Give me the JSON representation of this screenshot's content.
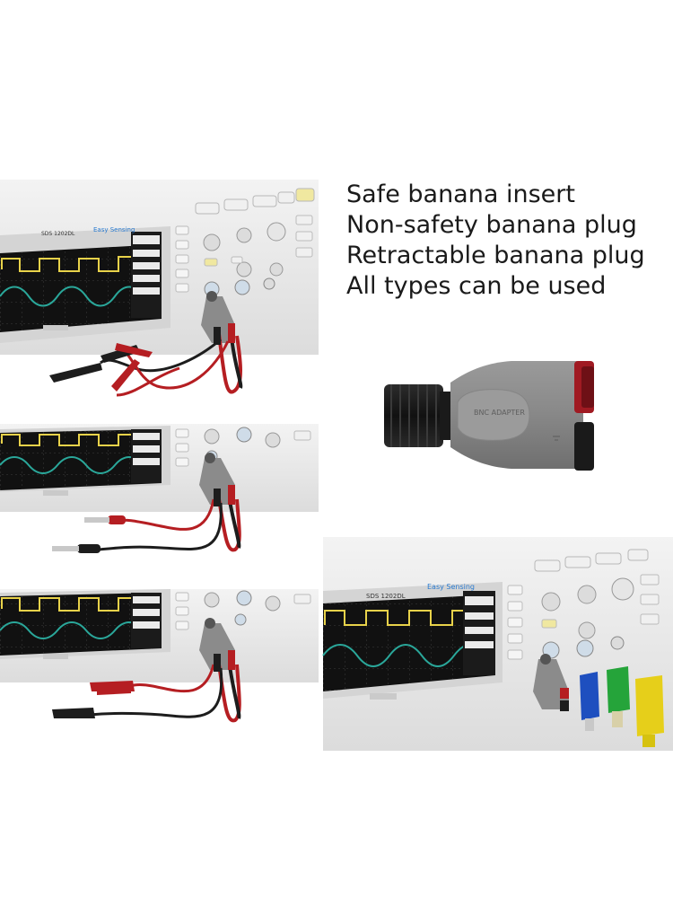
{
  "features": [
    "Safe banana insert",
    "Non-safety banana plug",
    "Retractable banana plug",
    "All types can be used"
  ],
  "scope": {
    "model": "SDS 1202DL",
    "subtitle": "DIGITAL STORAGE OSCILLOSCOPE",
    "easy_label": "Easy Sensing"
  },
  "adapter_label": "BNC ADAPTER",
  "colors": {
    "waveform_yellow": "#e8d24a",
    "waveform_teal": "#2aa79a",
    "wire_red": "#b51e22",
    "wire_black": "#1d1d1d",
    "plug_blue": "#1e4fbf",
    "plug_green": "#25a43a",
    "plug_yellow": "#e6cf1a"
  }
}
